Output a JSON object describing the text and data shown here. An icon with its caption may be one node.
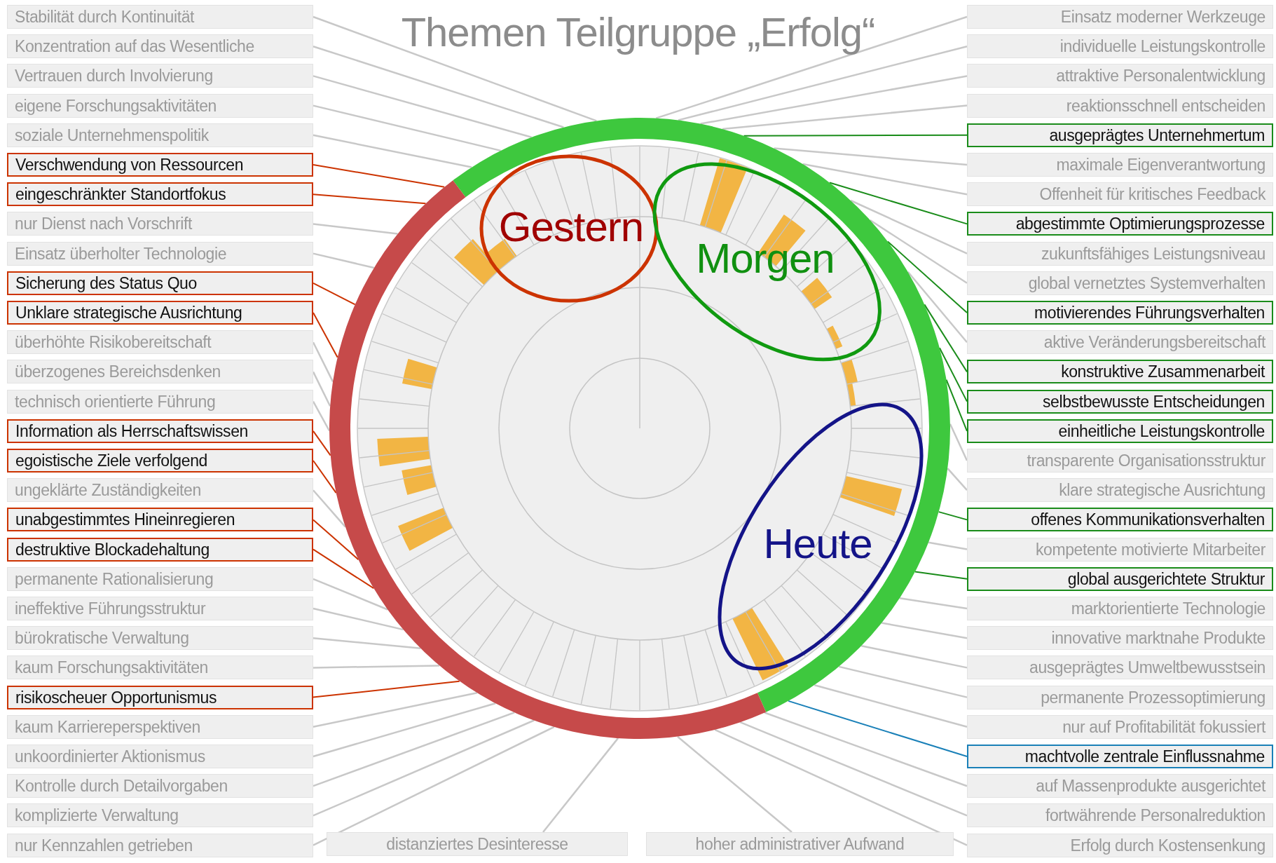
{
  "diagram": {
    "title": "Themen Teilgruppe „Erfolg“",
    "nodes": [
      {
        "text": [
          "Stabilität durch Kontinuität"
        ]
      },
      {
        "text": [
          "Konzentration auf das Wesentliche"
        ]
      },
      {
        "text": [
          "Vertrauen durch Involvierung"
        ]
      },
      {
        "text": [
          "eigene Forschungsaktivitäten"
        ]
      },
      {
        "text": [
          "soziale Unternehmenspolitik"
        ]
      },
      {
        "text": [
          "Verschwendung von Ressourcen"
        ]
      },
      {
        "text": [
          "eingeschränkter Standortfokus"
        ]
      },
      {
        "text": [
          "nur Dienst nach Vorschrift"
        ]
      },
      {
        "text": [
          "Einsatz überholter Technologie"
        ]
      },
      {
        "text": [
          "Sicherung des Status Quo"
        ]
      },
      {
        "text": [
          "Unklare strategische Ausrichtung"
        ]
      },
      {
        "text": [
          "überhöhte Risikobereitschaft"
        ]
      },
      {
        "text": [
          "überzogenes Bereichsdenken"
        ]
      },
      {
        "text": [
          "technisch orientierte Führung"
        ]
      },
      {
        "text": [
          "Information als Herrschaftswissen"
        ]
      },
      {
        "text": [
          "egoistische Ziele verfolgend"
        ]
      },
      {
        "text": [
          "ungeklärte Zuständigkeiten"
        ]
      },
      {
        "text": [
          "unabgestimmtes Hineinregieren"
        ]
      },
      {
        "text": [
          "destruktive Blockadehaltung"
        ]
      },
      {
        "text": [
          "permanente Rationalisierung"
        ]
      },
      {
        "text": [
          "ineffektive Führungsstruktur"
        ]
      },
      {
        "text": [
          "bürokratische Verwaltung"
        ]
      },
      {
        "text": [
          "kaum Forschungsaktivitäten"
        ]
      },
      {
        "text": [
          "risikoscheuer Opportunismus"
        ]
      },
      {
        "text": [
          "kaum Karriereperspektiven"
        ]
      },
      {
        "text": [
          "unkoordinierter Aktionismus"
        ]
      },
      {
        "text": [
          "Kontrolle durch Detailvorgaben"
        ]
      },
      {
        "text": [
          "komplizierte Verwaltung"
        ]
      },
      {
        "text": [
          "nur Kennzahlen getrieben"
        ]
      },
      {
        "text": [
          "Einsatz moderner Werkzeuge"
        ]
      },
      {
        "text": [
          "individuelle Leistungskontrolle"
        ]
      },
      {
        "text": [
          "attraktive Personalentwicklung"
        ]
      },
      {
        "text": [
          "reaktionsschnell entscheiden"
        ]
      },
      {
        "text": [
          "ausgeprägtes Unternehmertum"
        ]
      },
      {
        "text": [
          "maximale Eigenverantwortung"
        ]
      },
      {
        "text": [
          "Offenheit für kritisches Feedback"
        ]
      },
      {
        "text": [
          "abgestimmte Optimierungsprozesse"
        ]
      },
      {
        "text": [
          "zukunftsfähiges Leistungsniveau"
        ]
      },
      {
        "text": [
          "global vernetztes Systemverhalten"
        ]
      },
      {
        "text": [
          "motivierendes Führungsverhalten"
        ]
      },
      {
        "text": [
          "aktive Veränderungsbereitschaft"
        ]
      },
      {
        "text": [
          "konstruktive Zusammenarbeit"
        ]
      },
      {
        "text": [
          "selbstbewusste Entscheidungen"
        ]
      },
      {
        "text": [
          "einheitliche Leistungskontrolle"
        ]
      },
      {
        "text": [
          "transparente Organisationsstruktur"
        ]
      },
      {
        "text": [
          "klare strategische Ausrichtung"
        ]
      },
      {
        "text": [
          "offenes Kommunikationsverhalten"
        ]
      },
      {
        "text": [
          "kompetente motivierte Mitarbeiter"
        ]
      },
      {
        "text": [
          "global ausgerichtete Struktur"
        ]
      },
      {
        "text": [
          "marktorientierte Technologie"
        ]
      },
      {
        "text": [
          "innovative marktnahe Produkte"
        ]
      },
      {
        "text": [
          "ausgeprägtes Umweltbewusstsein"
        ]
      },
      {
        "text": [
          "permanente Prozessoptimierung"
        ]
      },
      {
        "text": [
          "nur auf Profitabilität fokussiert"
        ]
      },
      {
        "text": [
          "machtvolle zentrale Einflussnahme"
        ]
      },
      {
        "text": [
          "auf Massenprodukte ausgerichtet"
        ]
      },
      {
        "text": [
          "fortwährende Personalreduktion"
        ]
      },
      {
        "text": [
          "Erfolg durch Kostensenkung"
        ]
      },
      {
        "text": [
          "distanziertes Desinteresse"
        ]
      },
      {
        "text": [
          "hoher administrativer Aufwand"
        ]
      },
      {
        "text": [
          "Gestern"
        ]
      },
      {
        "text": [
          "Morgen"
        ]
      },
      {
        "text": [
          "Heute"
        ]
      }
    ],
    "edges": [
      {
        "from": 0,
        "to": null,
        "arrow": "none"
      },
      {
        "from": 1,
        "to": null,
        "arrow": "none"
      },
      {
        "from": 2,
        "to": null,
        "arrow": "none"
      },
      {
        "from": 3,
        "to": null,
        "arrow": "none"
      },
      {
        "from": 4,
        "to": null,
        "arrow": "none"
      },
      {
        "from": 5,
        "to": null,
        "arrow": "none",
        "color": "#cc3300"
      },
      {
        "from": 6,
        "to": null,
        "arrow": "none",
        "color": "#cc3300"
      },
      {
        "from": 7,
        "to": null,
        "arrow": "none"
      },
      {
        "from": 8,
        "to": null,
        "arrow": "none"
      },
      {
        "from": 9,
        "to": null,
        "arrow": "none",
        "color": "#cc3300"
      },
      {
        "from": 10,
        "to": null,
        "arrow": "none",
        "color": "#cc3300"
      },
      {
        "from": 11,
        "to": null,
        "arrow": "none"
      },
      {
        "from": 12,
        "to": null,
        "arrow": "none"
      },
      {
        "from": 13,
        "to": null,
        "arrow": "none"
      },
      {
        "from": 14,
        "to": null,
        "arrow": "none",
        "color": "#cc3300"
      },
      {
        "from": 15,
        "to": null,
        "arrow": "none",
        "color": "#cc3300"
      },
      {
        "from": 16,
        "to": null,
        "arrow": "none"
      },
      {
        "from": 17,
        "to": null,
        "arrow": "none",
        "color": "#cc3300"
      },
      {
        "from": 18,
        "to": null,
        "arrow": "none",
        "color": "#cc3300"
      },
      {
        "from": 19,
        "to": null,
        "arrow": "none"
      },
      {
        "from": 20,
        "to": null,
        "arrow": "none"
      },
      {
        "from": 21,
        "to": null,
        "arrow": "none"
      },
      {
        "from": 22,
        "to": null,
        "arrow": "none"
      },
      {
        "from": 23,
        "to": null,
        "arrow": "none",
        "color": "#cc3300"
      },
      {
        "from": 24,
        "to": null,
        "arrow": "none"
      },
      {
        "from": 25,
        "to": null,
        "arrow": "none"
      },
      {
        "from": 26,
        "to": null,
        "arrow": "none"
      },
      {
        "from": 27,
        "to": null,
        "arrow": "none"
      },
      {
        "from": 28,
        "to": null,
        "arrow": "none"
      },
      {
        "from": 29,
        "to": null,
        "arrow": "none"
      },
      {
        "from": 30,
        "to": null,
        "arrow": "none"
      },
      {
        "from": 31,
        "to": null,
        "arrow": "none"
      },
      {
        "from": 32,
        "to": null,
        "arrow": "none"
      },
      {
        "from": 33,
        "to": null,
        "arrow": "none",
        "color": "#1a8c1a"
      },
      {
        "from": 34,
        "to": null,
        "arrow": "none"
      },
      {
        "from": 35,
        "to": null,
        "arrow": "none"
      },
      {
        "from": 36,
        "to": null,
        "arrow": "none",
        "color": "#1a8c1a"
      },
      {
        "from": 37,
        "to": null,
        "arrow": "none"
      },
      {
        "from": 38,
        "to": null,
        "arrow": "none"
      },
      {
        "from": 39,
        "to": null,
        "arrow": "none",
        "color": "#1a8c1a"
      },
      {
        "from": 40,
        "to": null,
        "arrow": "none"
      },
      {
        "from": 41,
        "to": null,
        "arrow": "none",
        "color": "#1a8c1a"
      },
      {
        "from": 42,
        "to": null,
        "arrow": "none",
        "color": "#1a8c1a"
      },
      {
        "from": 43,
        "to": null,
        "arrow": "none",
        "color": "#1a8c1a"
      },
      {
        "from": 44,
        "to": null,
        "arrow": "none"
      },
      {
        "from": 45,
        "to": null,
        "arrow": "none"
      },
      {
        "from": 46,
        "to": null,
        "arrow": "none",
        "color": "#1a8c1a"
      },
      {
        "from": 47,
        "to": null,
        "arrow": "none"
      },
      {
        "from": 48,
        "to": null,
        "arrow": "none",
        "color": "#1a8c1a"
      },
      {
        "from": 49,
        "to": null,
        "arrow": "none"
      },
      {
        "from": 50,
        "to": null,
        "arrow": "none"
      },
      {
        "from": 51,
        "to": null,
        "arrow": "none"
      },
      {
        "from": 52,
        "to": null,
        "arrow": "none"
      },
      {
        "from": 53,
        "to": null,
        "arrow": "none"
      },
      {
        "from": 54,
        "to": null,
        "arrow": "none",
        "color": "#1a80b8"
      },
      {
        "from": 55,
        "to": null,
        "arrow": "none"
      },
      {
        "from": 56,
        "to": null,
        "arrow": "none"
      },
      {
        "from": 57,
        "to": null,
        "arrow": "none"
      },
      {
        "from": 58,
        "to": null,
        "arrow": "none"
      },
      {
        "from": 59,
        "to": null,
        "arrow": "none"
      }
    ]
  }
}
